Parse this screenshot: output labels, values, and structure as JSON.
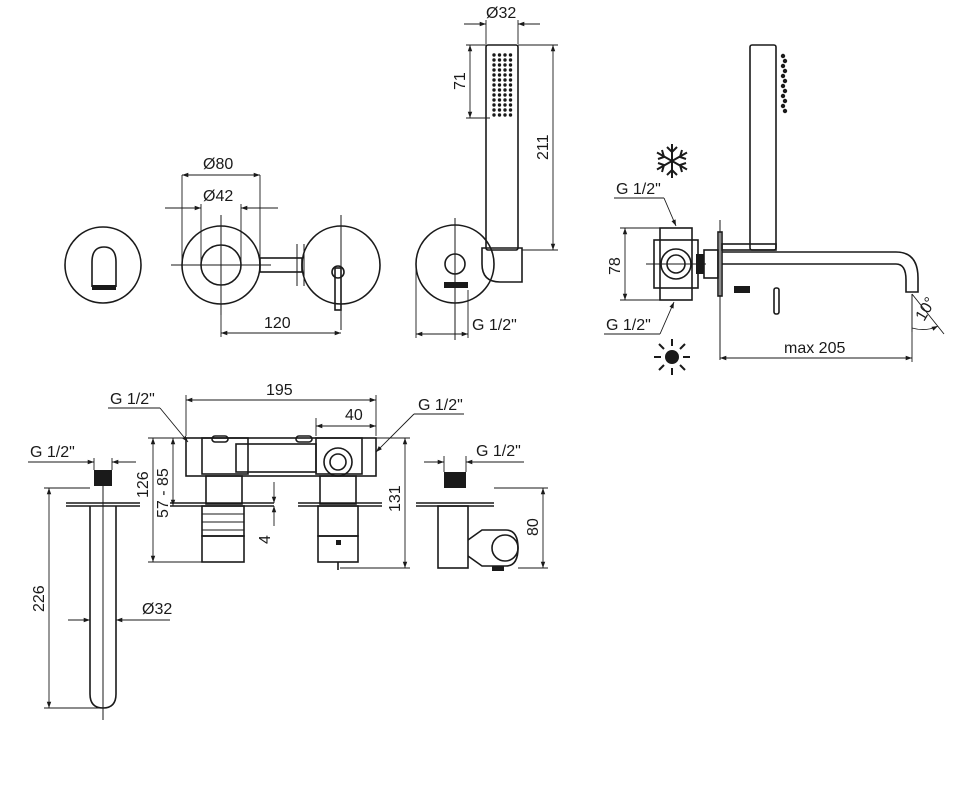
{
  "dimensions": {
    "hand_shower_diameter": "Ø32",
    "hand_shower_head_length": "71",
    "hand_shower_length": "211",
    "rosette_diameter": "Ø80",
    "inner_diameter": "Ø42",
    "spacing_120": "120",
    "thread_top_right": "G 1/2\"",
    "thread_side_top": "G 1/2\"",
    "thread_side_bottom": "G 1/2\"",
    "height_78": "78",
    "max_reach": "max 205",
    "angle": "10°",
    "thread_bottom_left_a": "G 1/2\"",
    "thread_bottom_left_b": "G 1/2\"",
    "width_195": "195",
    "width_40": "40",
    "thread_bottom_mid": "G 1/2\"",
    "thread_bottom_right": "G 1/2\"",
    "depth_range": "57 - 85",
    "depth_126": "126",
    "depth_4": "4",
    "depth_131": "131",
    "height_80": "80",
    "spout_length": "226",
    "spout_diameter": "Ø32"
  },
  "icons": {
    "cold": "snowflake-icon",
    "hot": "sun-icon"
  }
}
